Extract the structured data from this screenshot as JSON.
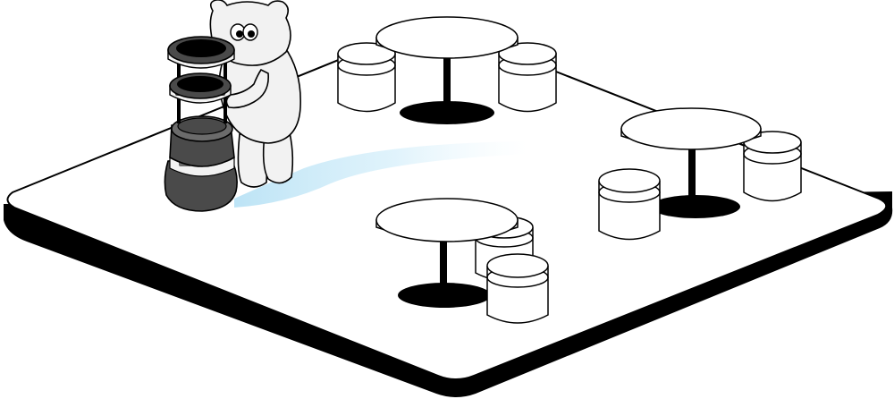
{
  "scene": {
    "description_hidden": false,
    "colors": {
      "background": "#ffffff",
      "outline": "#000000",
      "floor_top": "#ffffff",
      "floor_edge": "#000000",
      "furniture_fill": "#ffffff",
      "table_base": "#000000",
      "bear_fill": "#f2f2f2",
      "robot_dark": "#4a4a4a",
      "robot_mid": "#6b6b6b",
      "robot_light": "#f2f2f2",
      "trail_blue": "#b9e2f5"
    },
    "icons": {
      "bear": "bear-mascot",
      "robot": "serving-robot",
      "table": "round-table",
      "stool": "round-stool"
    }
  }
}
